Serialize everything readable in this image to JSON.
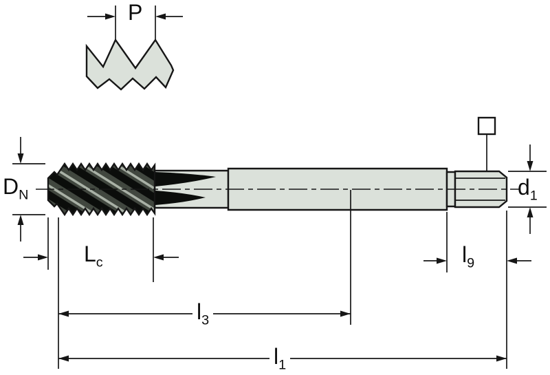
{
  "drawing": {
    "title": "Tap dimension drawing",
    "kind": "technical-line-drawing"
  },
  "labels": {
    "p": {
      "base": "P",
      "sub": ""
    },
    "dn": {
      "base": "D",
      "sub": "N"
    },
    "d1": {
      "base": "d",
      "sub": "1"
    },
    "lc": {
      "base": "L",
      "sub": "c"
    },
    "l9": {
      "base": "l",
      "sub": "9"
    },
    "l3": {
      "base": "l",
      "sub": "3"
    },
    "l1": {
      "base": "l",
      "sub": "1"
    }
  },
  "colors": {
    "outline": "#161616",
    "body_fill": "#dbe1da",
    "flute_base": "#41473f",
    "flute_dark": "#0b0d0b",
    "flute_light": "#a9b1a6",
    "background": "#ffffff"
  }
}
